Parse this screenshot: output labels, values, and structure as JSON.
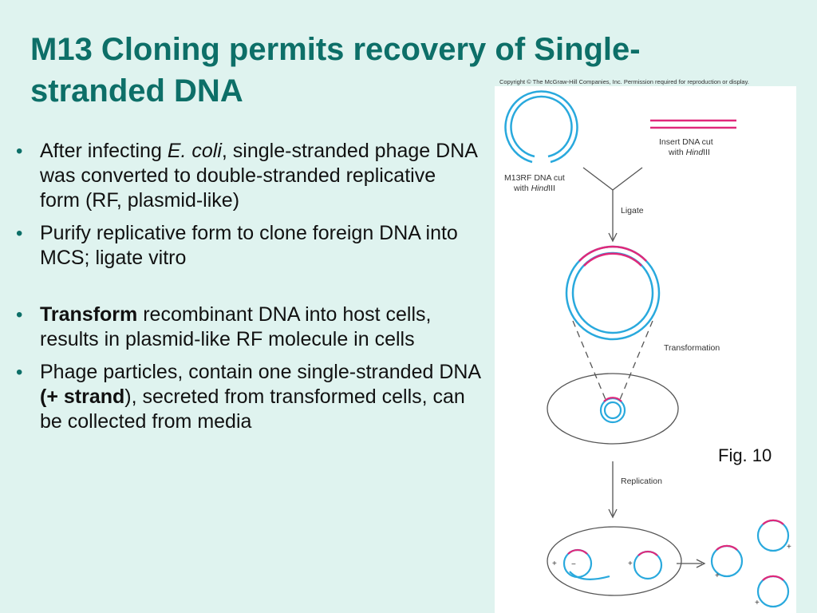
{
  "slide": {
    "title_line1": "M13 Cloning permits recovery of Single-",
    "title_line2": "stranded DNA",
    "fig_label": "Fig. 10"
  },
  "bullets": [
    {
      "pre": "After infecting ",
      "em": "E. coli",
      "post": ", single-stranded phage DNA was converted to double-stranded replicative form (RF, plasmid-like)"
    },
    {
      "text": "Purify replicative form to clone foreign DNA into MCS; ligate vitro"
    },
    {
      "bold": "Transform",
      "post": " recombinant DNA into host cells, results in plasmid-like RF molecule in cells"
    },
    {
      "pre": "Phage particles, contain one single-stranded DNA ",
      "bold": "(+ strand",
      "post": "), secreted from transformed cells, can be collected from media"
    }
  ],
  "figure": {
    "copyright": "Copyright © The McGraw-Hill Companies, Inc. Permission required for reproduction or display.",
    "m13rf_label_1": "M13RF DNA cut",
    "m13rf_label_2_pre": "with ",
    "m13rf_label_2_em": "Hind",
    "m13rf_label_2_post": "III",
    "insert_label_1": "Insert DNA cut",
    "insert_label_2_pre": "with ",
    "insert_label_2_em": "Hind",
    "insert_label_2_post": "III",
    "step_ligate": "Ligate",
    "step_transformation": "Transformation",
    "step_replication": "Replication",
    "plus": "+",
    "minus": "−",
    "colors": {
      "dna_blue": "#29a9dd",
      "insert_magenta": "#e0287a",
      "stroke_gray": "#555555"
    }
  }
}
